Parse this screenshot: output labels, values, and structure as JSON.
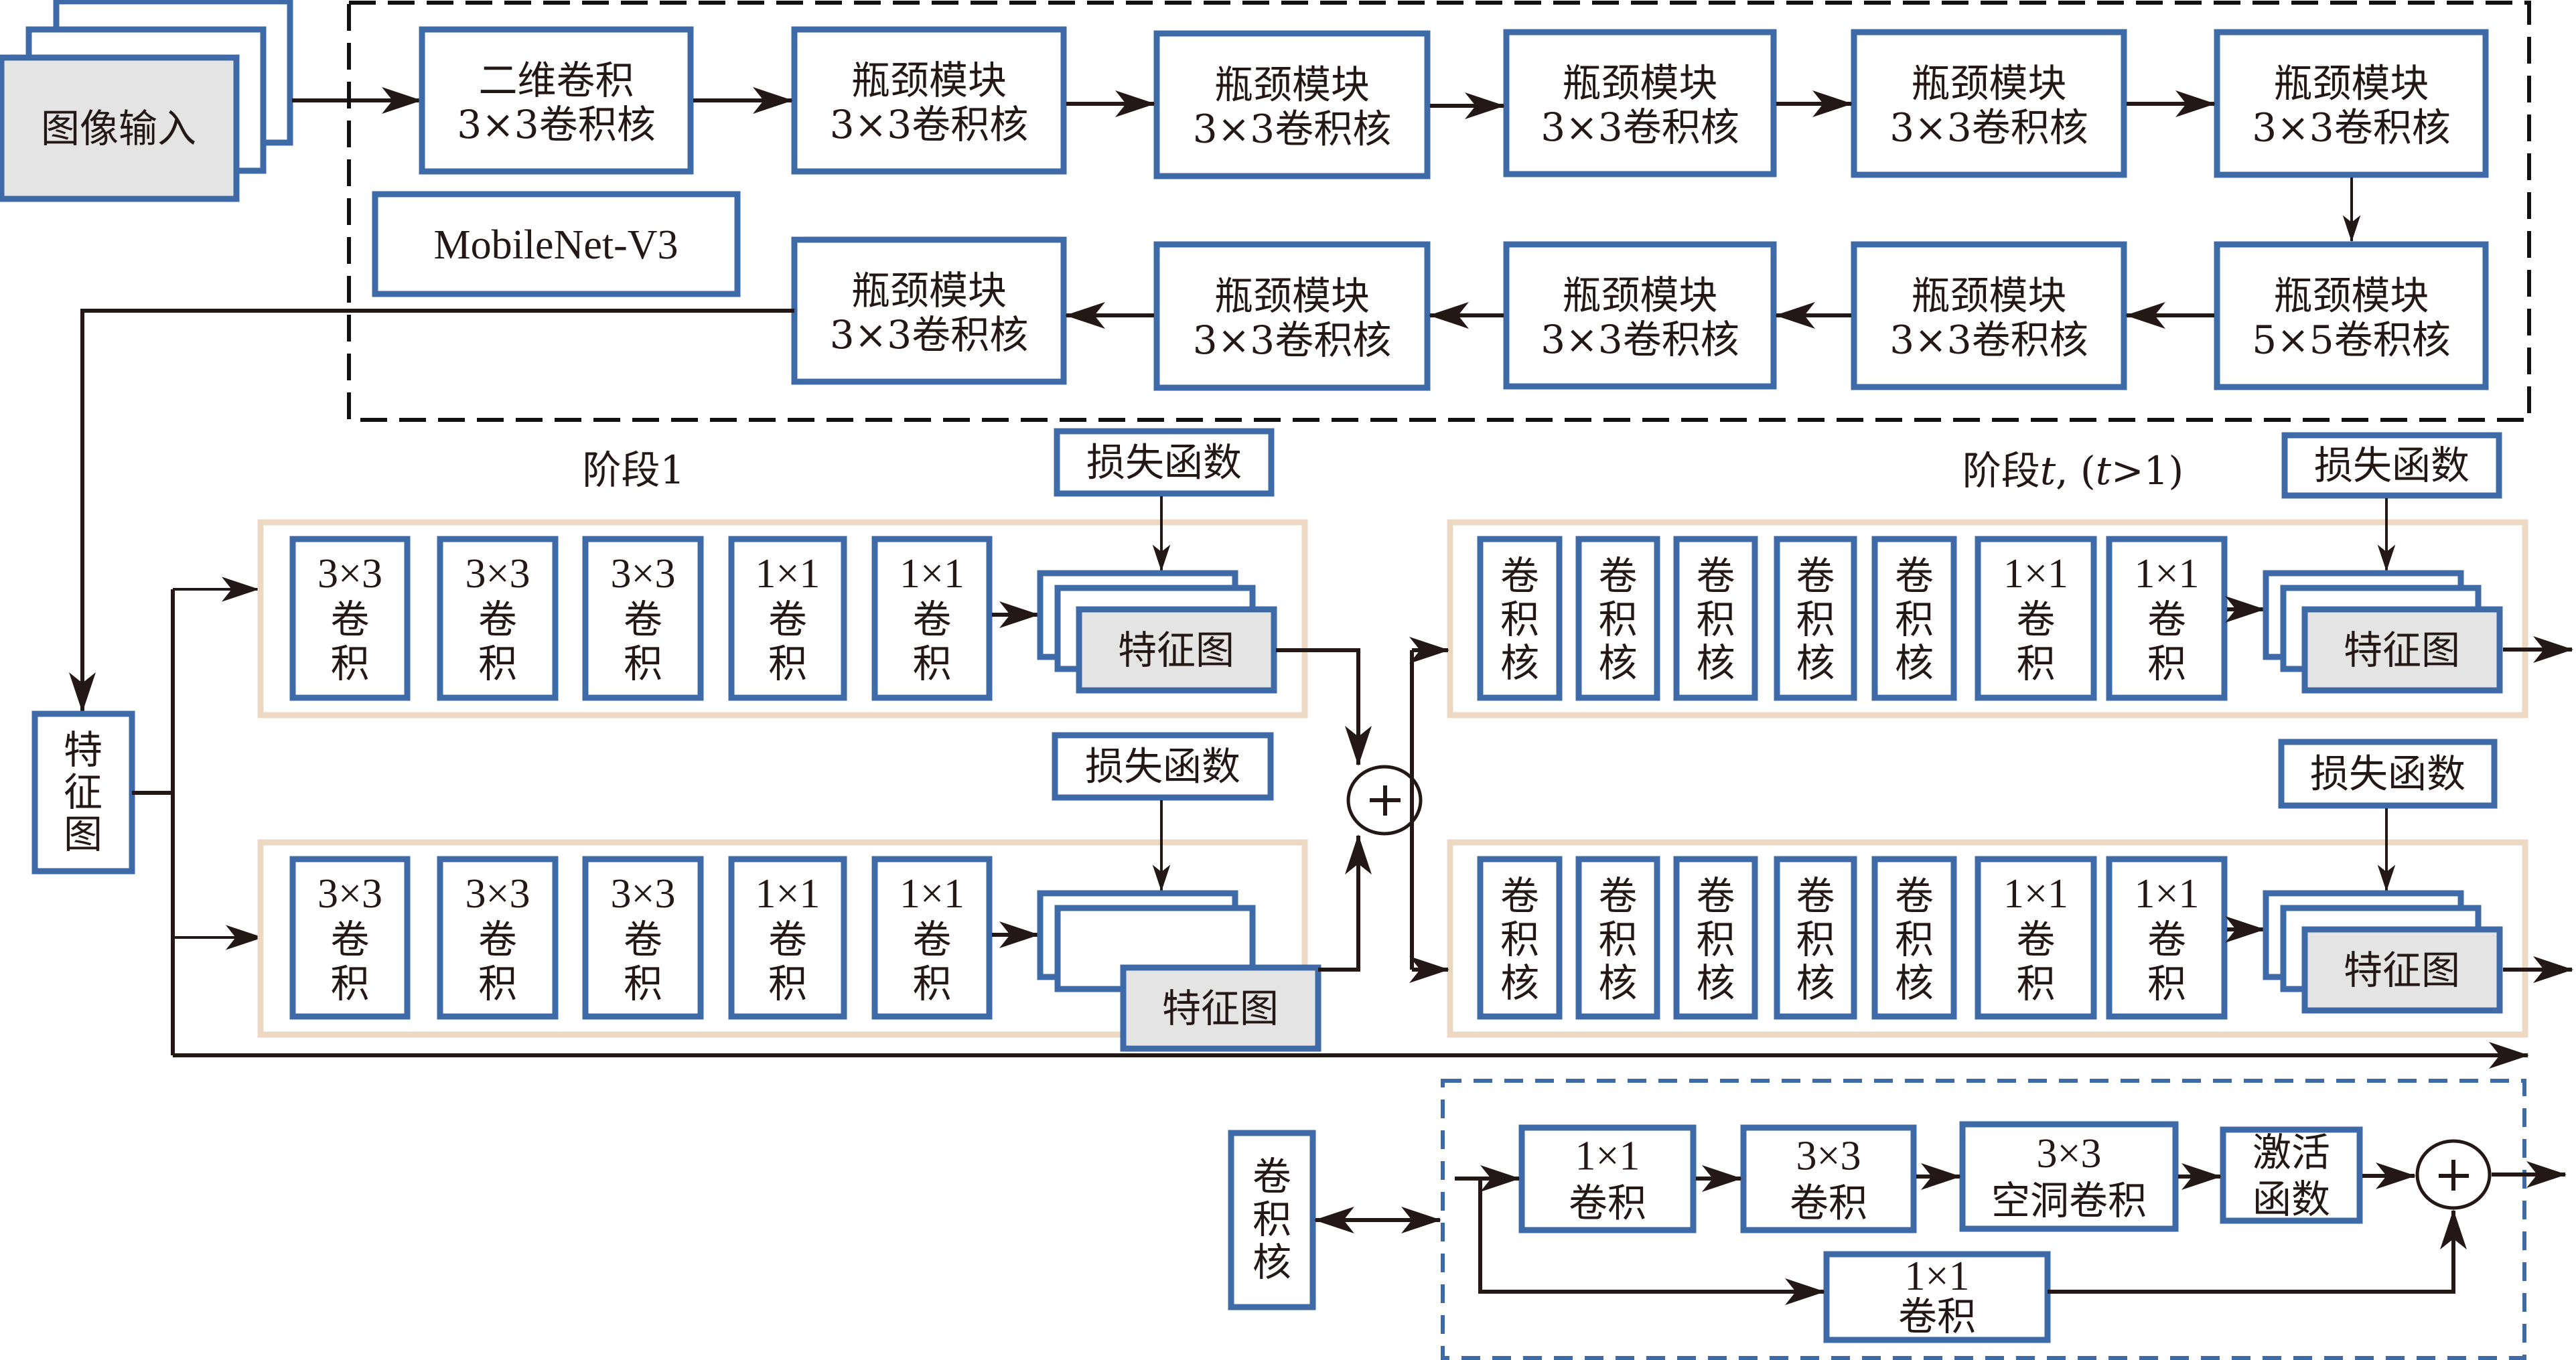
{
  "figure": {
    "title": "MobileNet-V3 based multi-stage feature extraction network",
    "colors": {
      "box_border": "#3e6ba8",
      "stage_border": "#edd9c3",
      "feature_fill": "#e4e4e4",
      "line": "#231815"
    }
  },
  "input": {
    "label": "图像输入"
  },
  "backbone": {
    "name": "MobileNet-V3",
    "first_block": {
      "line1": "二维卷积",
      "line2": "3×3卷积核"
    },
    "top_row": [
      {
        "line1": "瓶颈模块",
        "line2": "3×3卷积核"
      },
      {
        "line1": "瓶颈模块",
        "line2": "3×3卷积核"
      },
      {
        "line1": "瓶颈模块",
        "line2": "3×3卷积核"
      },
      {
        "line1": "瓶颈模块",
        "line2": "3×3卷积核"
      },
      {
        "line1": "瓶颈模块",
        "line2": "3×3卷积核"
      }
    ],
    "bottom_row": [
      {
        "line1": "瓶颈模块",
        "line2": "5×5卷积核"
      },
      {
        "line1": "瓶颈模块",
        "line2": "3×3卷积核"
      },
      {
        "line1": "瓶颈模块",
        "line2": "3×3卷积核"
      },
      {
        "line1": "瓶颈模块",
        "line2": "3×3卷积核"
      },
      {
        "line1": "瓶颈模块",
        "line2": "3×3卷积核"
      }
    ]
  },
  "feature_map_in": {
    "chars": [
      "特",
      "征",
      "图"
    ]
  },
  "stage1": {
    "label": "阶段1",
    "branches": [
      {
        "loss": "损失函数",
        "convs": [
          {
            "size": "3×3",
            "chars": [
              "卷",
              "积"
            ]
          },
          {
            "size": "3×3",
            "chars": [
              "卷",
              "积"
            ]
          },
          {
            "size": "3×3",
            "chars": [
              "卷",
              "积"
            ]
          },
          {
            "size": "1×1",
            "chars": [
              "卷",
              "积"
            ]
          },
          {
            "size": "1×1",
            "chars": [
              "卷",
              "积"
            ]
          }
        ],
        "output": "特征图"
      },
      {
        "loss": "损失函数",
        "convs": [
          {
            "size": "3×3",
            "chars": [
              "卷",
              "积"
            ]
          },
          {
            "size": "3×3",
            "chars": [
              "卷",
              "积"
            ]
          },
          {
            "size": "3×3",
            "chars": [
              "卷",
              "积"
            ]
          },
          {
            "size": "1×1",
            "chars": [
              "卷",
              "积"
            ]
          },
          {
            "size": "1×1",
            "chars": [
              "卷",
              "积"
            ]
          }
        ],
        "output": "特征图"
      }
    ]
  },
  "fusion": {
    "symbol": "+"
  },
  "stage_t": {
    "label_prefix": "阶段",
    "label_var": "t",
    "label_mid": ", (",
    "label_var2": "t",
    "label_suffix": ">1)",
    "branches": [
      {
        "loss": "损失函数",
        "kernels": [
          [
            "卷",
            "积",
            "核"
          ],
          [
            "卷",
            "积",
            "核"
          ],
          [
            "卷",
            "积",
            "核"
          ],
          [
            "卷",
            "积",
            "核"
          ],
          [
            "卷",
            "积",
            "核"
          ]
        ],
        "convs": [
          {
            "size": "1×1",
            "chars": [
              "卷",
              "积"
            ]
          },
          {
            "size": "1×1",
            "chars": [
              "卷",
              "积"
            ]
          }
        ],
        "output": "特征图"
      },
      {
        "loss": "损失函数",
        "kernels": [
          [
            "卷",
            "积",
            "核"
          ],
          [
            "卷",
            "积",
            "核"
          ],
          [
            "卷",
            "积",
            "核"
          ],
          [
            "卷",
            "积",
            "核"
          ],
          [
            "卷",
            "积",
            "核"
          ]
        ],
        "convs": [
          {
            "size": "1×1",
            "chars": [
              "卷",
              "积"
            ]
          },
          {
            "size": "1×1",
            "chars": [
              "卷",
              "积"
            ]
          }
        ],
        "output": "特征图"
      }
    ]
  },
  "kernel_detail": {
    "kernel_chars": [
      "卷",
      "积",
      "核"
    ],
    "blocks": [
      {
        "line1": "1×1",
        "line2": "卷积"
      },
      {
        "line1": "3×3",
        "line2": "卷积"
      },
      {
        "line1": "3×3",
        "line2": "空洞卷积"
      },
      {
        "line1": "激活",
        "line2": "函数"
      }
    ],
    "shortcut": {
      "line1": "1×1",
      "line2": "卷积"
    },
    "sum_symbol": "+"
  }
}
